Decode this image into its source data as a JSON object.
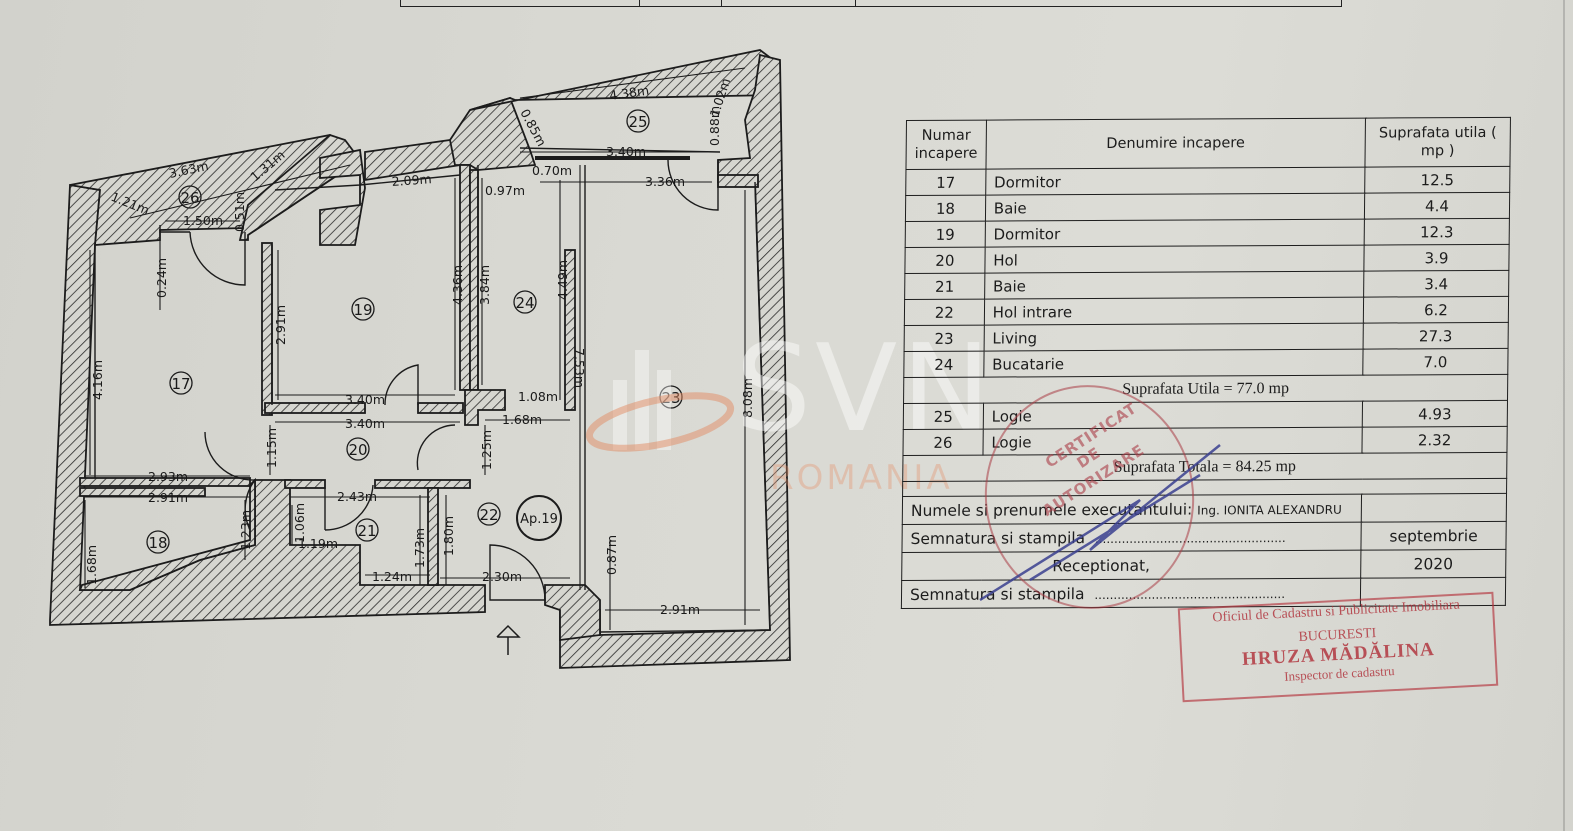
{
  "document": {
    "type": "Releveu apartament (floor plan)",
    "apartment_label": "Ap.19",
    "entrance_marker": "entrance-arrow"
  },
  "floor_plan": {
    "rooms": [
      {
        "id": "17",
        "label": "17"
      },
      {
        "id": "18",
        "label": "18"
      },
      {
        "id": "19",
        "label": "19"
      },
      {
        "id": "20",
        "label": "20"
      },
      {
        "id": "21",
        "label": "21"
      },
      {
        "id": "22",
        "label": "22"
      },
      {
        "id": "23",
        "label": "23"
      },
      {
        "id": "24",
        "label": "24"
      },
      {
        "id": "25",
        "label": "25"
      },
      {
        "id": "26",
        "label": "26"
      }
    ],
    "dimensions": {
      "d_3_63": "3.63m",
      "d_1_31": "1.31m",
      "d_1_21": "1.21m",
      "d_1_50": "1.50m",
      "d_0_51": "0.51m",
      "d_0_24": "0.24m",
      "d_4_16": "4.16m",
      "d_2_09": "2.09m",
      "d_4_36": "4.36m",
      "d_2_91_a": "2.91m",
      "d_3_40_a": "3.40m",
      "d_3_84": "3.84m",
      "d_0_97": "0.97m",
      "d_0_70": "0.70m",
      "d_4_49": "4.49m",
      "d_7_53": "7.53m",
      "d_4_38": "4.38m",
      "d_0_85": "0.85m",
      "d_1_02": "1.02m",
      "d_0_88": "0.88m",
      "d_3_40_b": "3.40m",
      "d_3_36": "3.36m",
      "d_8_08": "8.08m",
      "d_1_08": "1.08m",
      "d_3_40_c": "3.40m",
      "d_1_68_a": "1.68m",
      "d_1_15": "1.15m",
      "d_1_25": "1.25m",
      "d_2_93": "2.93m",
      "d_2_91_b": "2.91m",
      "d_2_43": "2.43m",
      "d_1_23": "1.23m",
      "d_1_06": "1.06m",
      "d_1_19": "1.19m",
      "d_1_73": "1.73m",
      "d_1_80": "1.80m",
      "d_1_68_b": "1.68m",
      "d_1_24": "1.24m",
      "d_2_30": "2.30m",
      "d_0_87": "0.87m",
      "d_2_91_c": "2.91m"
    }
  },
  "watermark": {
    "brand": "SVN",
    "sub": "ROMANIA"
  },
  "schedule": {
    "headers": {
      "number": "Numar incapere",
      "name": "Denumire incapere",
      "area": "Suprafata utila ( mp )"
    },
    "rows": [
      {
        "num": "17",
        "name": "Dormitor",
        "area": "12.5"
      },
      {
        "num": "18",
        "name": "Baie",
        "area": "4.4"
      },
      {
        "num": "19",
        "name": "Dormitor",
        "area": "12.3"
      },
      {
        "num": "20",
        "name": "Hol",
        "area": "3.9"
      },
      {
        "num": "21",
        "name": "Baie",
        "area": "3.4"
      },
      {
        "num": "22",
        "name": "Hol intrare",
        "area": "6.2"
      },
      {
        "num": "23",
        "name": "Living",
        "area": "27.3"
      },
      {
        "num": "24",
        "name": "Bucatarie",
        "area": "7.0"
      }
    ],
    "usable_total": "Suprafata Utila = 77.0 mp",
    "balcony_rows": [
      {
        "num": "25",
        "name": "Logie",
        "area": "4.93"
      },
      {
        "num": "26",
        "name": "Logie",
        "area": "2.32"
      }
    ],
    "grand_total": "Suprafata Totala = 84.25 mp",
    "executor_label": "Numele si prenumele executantului:",
    "executor_name": "Ing. IONITA ALEXANDRU",
    "signature_label_1": "Semnatura si stampila",
    "signature_dots_1": "..................................................",
    "month": "septembrie",
    "year": "2020",
    "received_label": "Receptionat,",
    "signature_label_2": "Semnatura si stampila",
    "signature_dots_2": "..................................................",
    "chart_data": null
  },
  "stamps": {
    "round": {
      "line1": "CERTIFICAT",
      "line2": "DE",
      "line3": "AUTORIZARE"
    },
    "rect": {
      "office": "Oficiul de Cadastru si Publicitate Imobiliara",
      "city": "BUCURESTI",
      "name": "HRUZA MĂDĂLINA",
      "role": "Inspector de cadastru"
    }
  },
  "colors": {
    "paper": "#d8d8d2",
    "ink": "#1c1c1c",
    "stamp_red": "#b03040",
    "signature_blue": "#3a3f8f",
    "watermark_orange": "#e0936a"
  }
}
